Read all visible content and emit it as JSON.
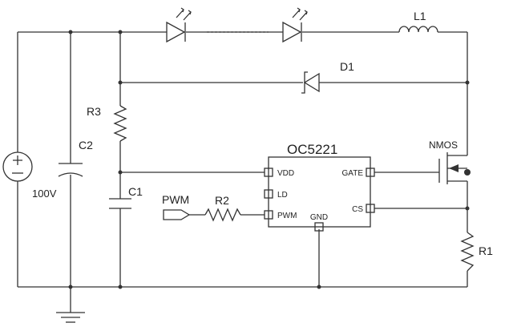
{
  "labels": {
    "ic_name": "OC5221",
    "inductor": "L1",
    "diode": "D1",
    "r3": "R3",
    "c2": "C2",
    "c1": "C1",
    "supply": "100V",
    "pwm": "PWM",
    "r2": "R2",
    "nmos": "NMOS",
    "r1": "R1"
  },
  "pins": {
    "vdd": "VDD",
    "ld": "LD",
    "pwm": "PWM",
    "gnd": "GND",
    "gate": "GATE",
    "cs": "CS"
  }
}
